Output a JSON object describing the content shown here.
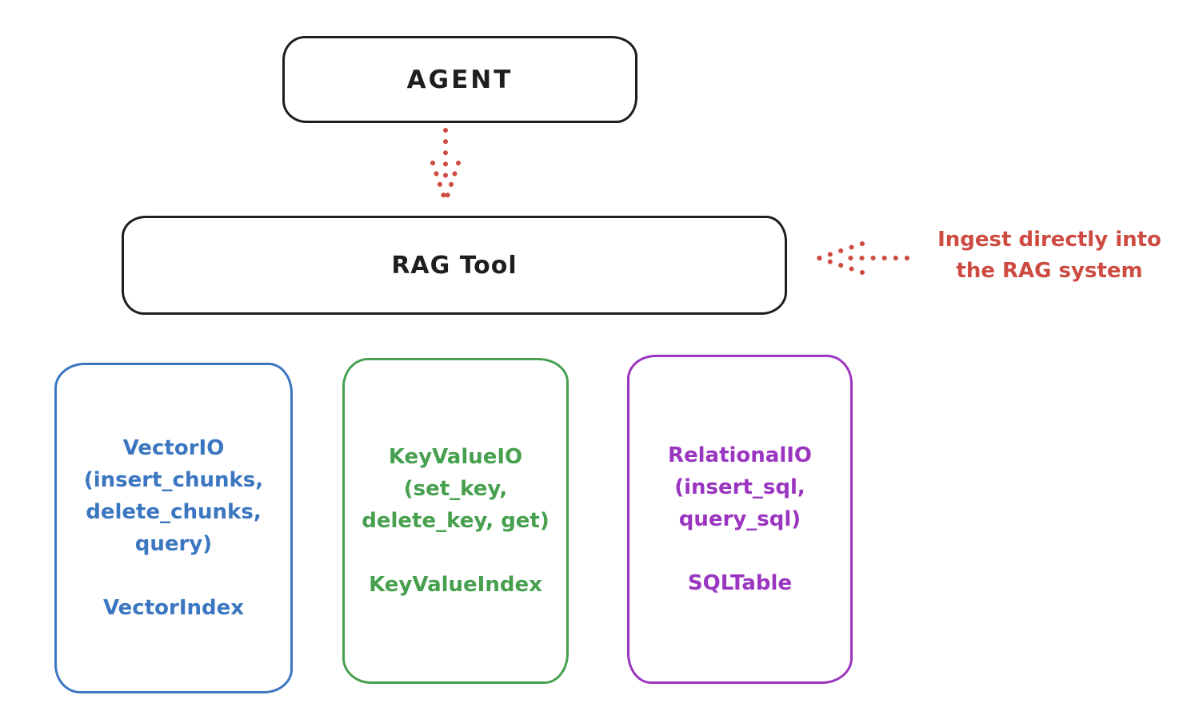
{
  "nodes": {
    "agent": {
      "label": "AGENT"
    },
    "rag_tool": {
      "label": "RAG Tool"
    }
  },
  "annotation": {
    "line1": "Ingest directly into",
    "line2": "the RAG system"
  },
  "backends": [
    {
      "name": "VectorIO",
      "lines": [
        "VectorIO",
        "(insert_chunks,",
        "delete_chunks,",
        "query)"
      ],
      "index_label": "VectorIndex",
      "color": "#3b76c1"
    },
    {
      "name": "KeyValueIO",
      "lines": [
        "KeyValueIO",
        "(set_key,",
        "delete_key, get)"
      ],
      "index_label": "KeyValueIndex",
      "color": "#46a04e"
    },
    {
      "name": "RelationalIO",
      "lines": [
        "RelationalIO",
        "(insert_sql,",
        "query_sql)"
      ],
      "index_label": "SQLTable",
      "color": "#9a35c0"
    }
  ],
  "colors": {
    "stroke": "#1e1e1e",
    "red_accent": "#cd4b41",
    "blue": "#3b76c1",
    "green": "#46a04e",
    "purple": "#9a35c0",
    "background": "#ffffff"
  }
}
